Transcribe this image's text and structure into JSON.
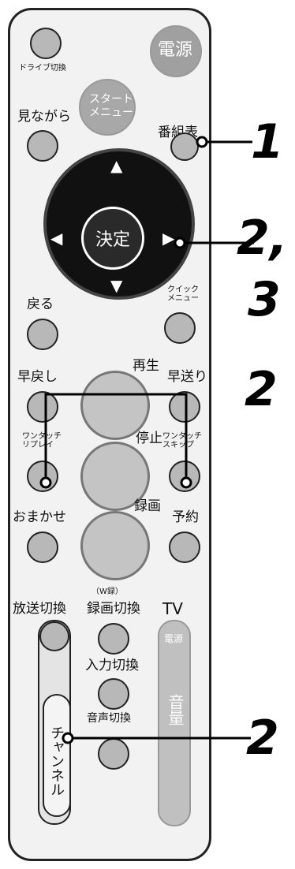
{
  "labels": {
    "drive": "ドライブ切換",
    "power": "電源",
    "start_menu": "スタート\nメニュー",
    "nagara": "見ながら",
    "epg": "番組表",
    "ok": "決定",
    "back": "戻る",
    "quick_menu": "クイック\nメニュー",
    "play": "再生",
    "rewind": "早戻し",
    "ffwd": "早送り",
    "replay": "ワンタッチ\nリプレイ",
    "stop": "停止",
    "skip": "ワンタッチ\nスキップ",
    "omakase": "おまかせ",
    "record": "録画",
    "reserve": "予約",
    "w_rec": "（W録）",
    "broadcast": "放送切換",
    "rec_switch": "録画切換",
    "tv": "TV",
    "tv_power": "電源",
    "input": "入力切換",
    "channel": "チャンネル",
    "audio": "音声切換",
    "volume": "音量"
  },
  "steps": {
    "epg_step": "1",
    "ok_step": "2,",
    "ok_step_b": "3",
    "replay_skip_step": "2",
    "channel_step": "2"
  }
}
